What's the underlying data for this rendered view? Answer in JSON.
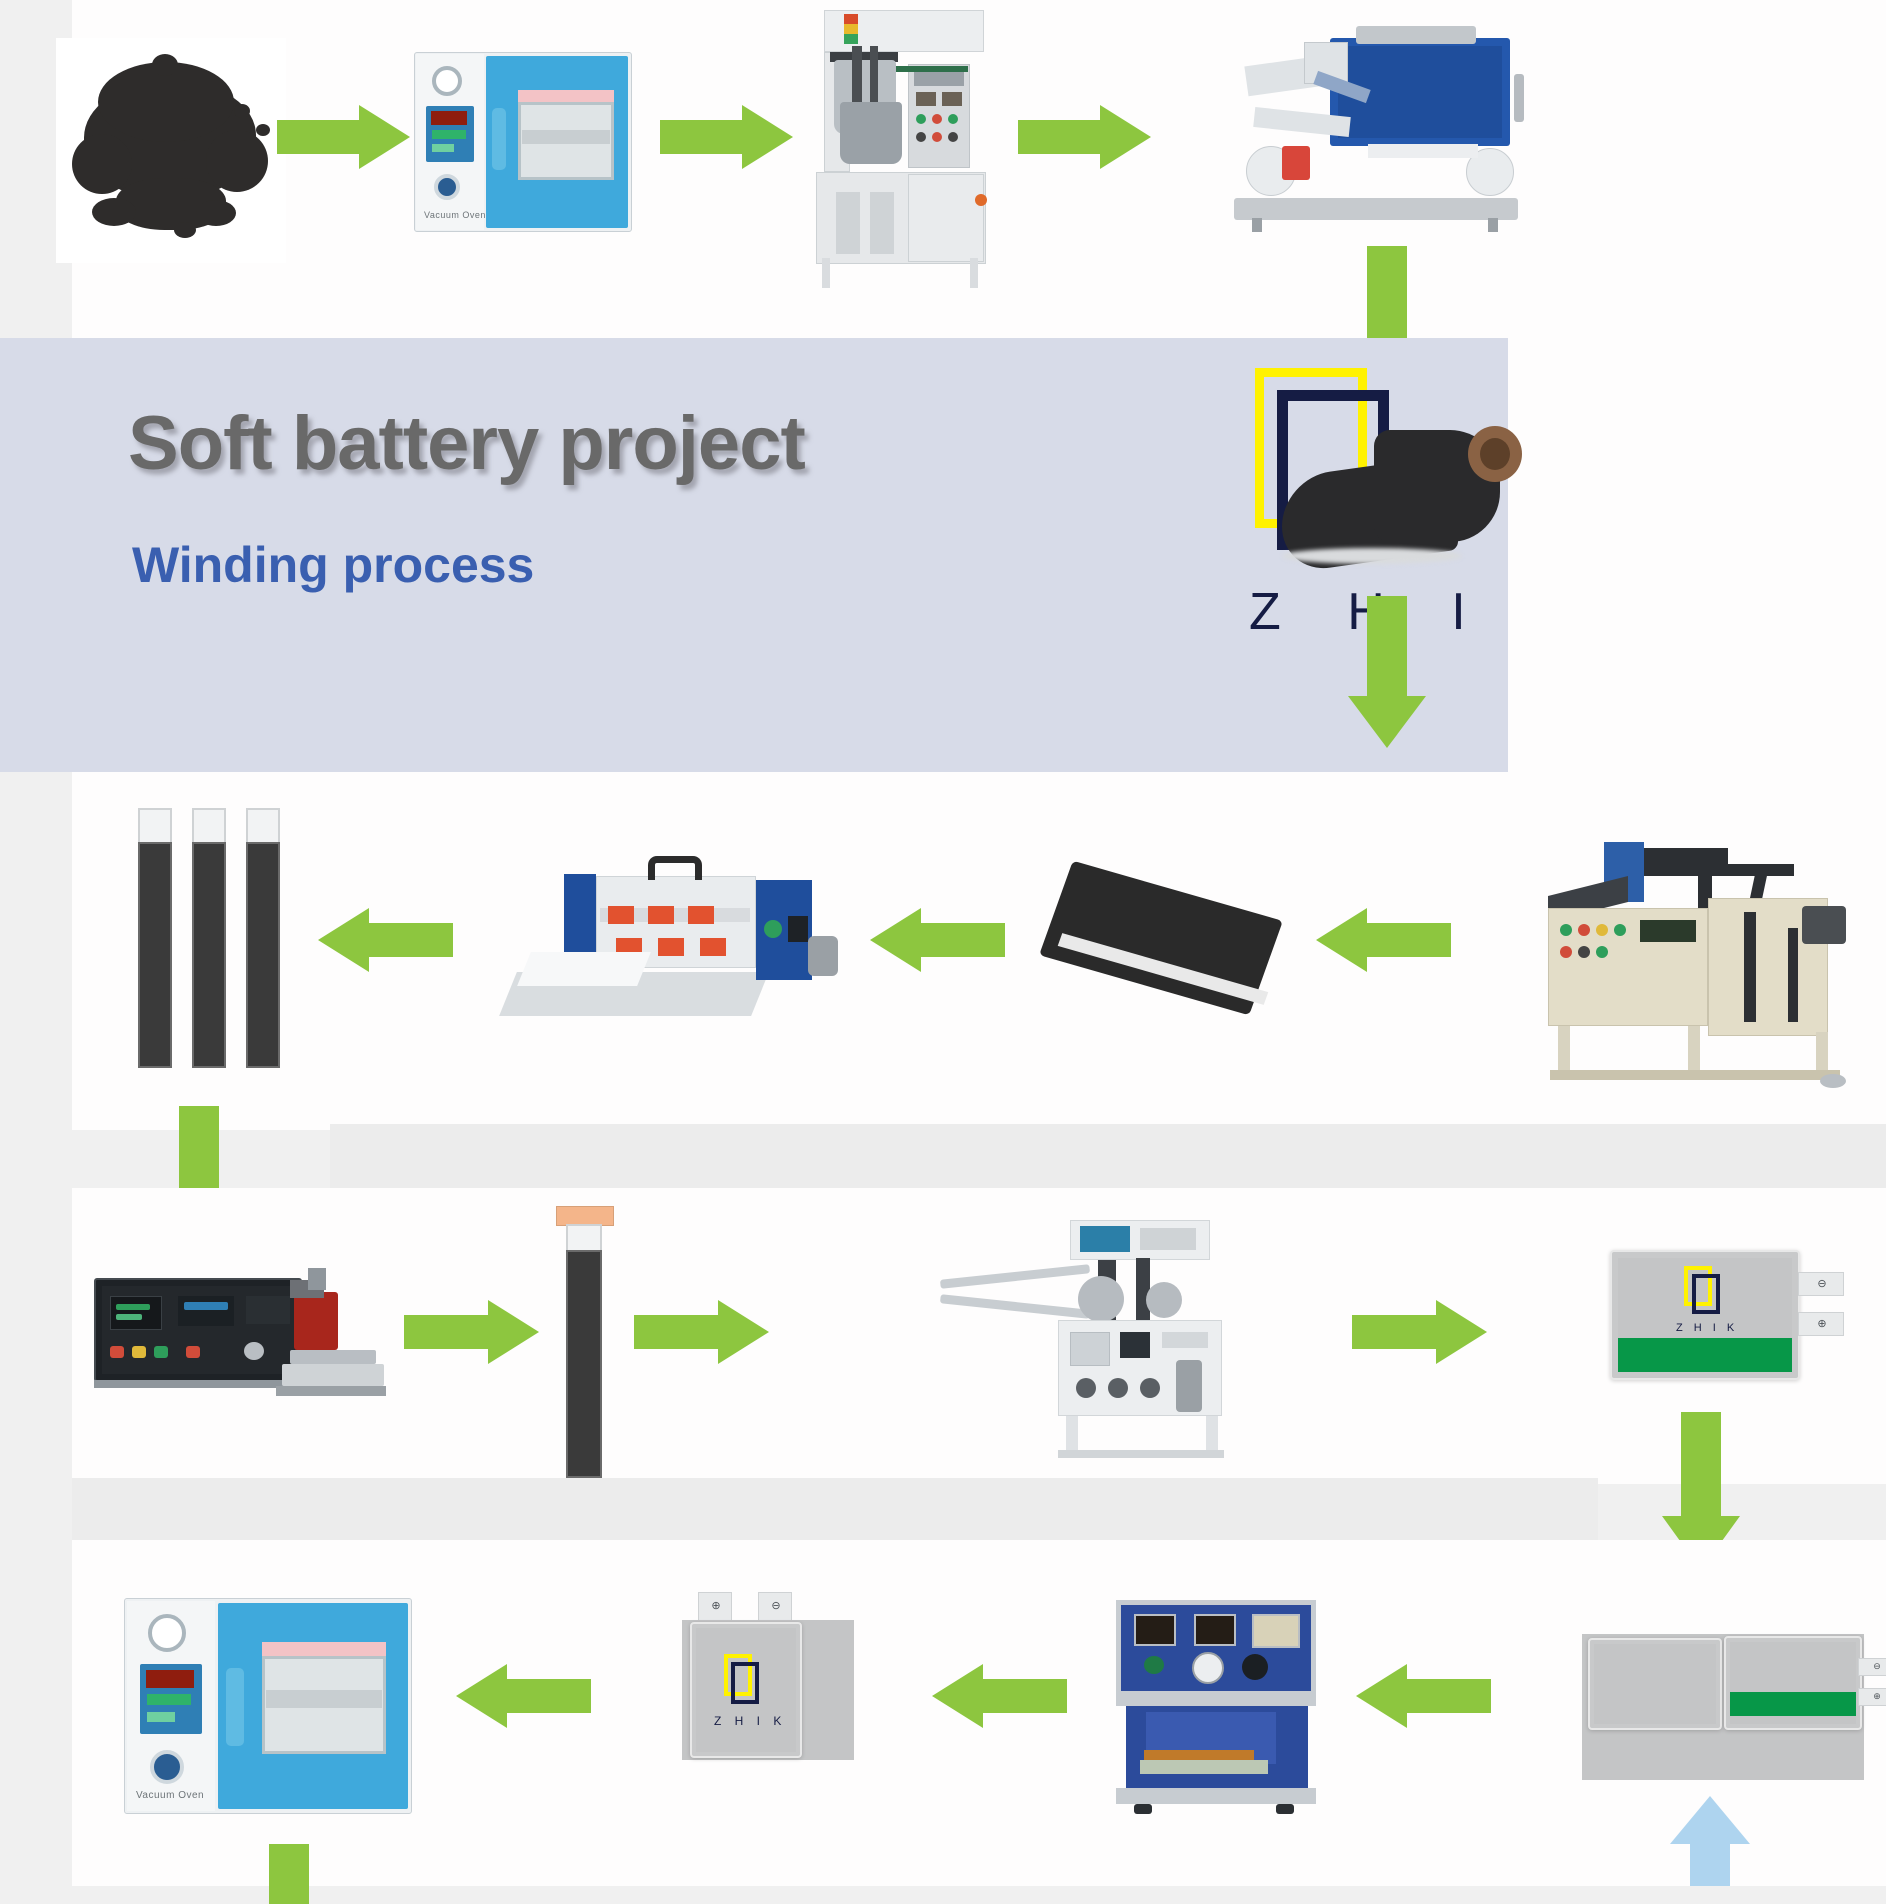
{
  "page": {
    "title_main": "Soft battery project",
    "title_sub": "Winding process",
    "background": "#f0f0f0",
    "band_color": "#d7dbe8",
    "arrow_color": "#8dc63f",
    "arrow_color_blue": "#aed4ef"
  },
  "brand": {
    "name": "ZHIK",
    "letters": "Z H I K",
    "logo_yellow": "#fff200",
    "logo_navy": "#151c44"
  },
  "flow": {
    "type": "process-diagram",
    "direction_notes": [
      "row1: left-to-right",
      "row2: right-to-left",
      "row3: left-to-right",
      "row4: right-to-left"
    ],
    "steps": [
      {
        "id": 1,
        "name": "raw-active-material-powder",
        "label": "Black active material powder",
        "row": 1
      },
      {
        "id": 2,
        "name": "vacuum-oven",
        "label": "Vacuum Oven",
        "row": 1,
        "caption": "Vacuum Oven"
      },
      {
        "id": 3,
        "name": "vacuum-mixer",
        "label": "Vacuum slurry mixer",
        "row": 1
      },
      {
        "id": 4,
        "name": "coating-machine",
        "label": "Electrode coating machine",
        "row": 1
      },
      {
        "id": 5,
        "name": "electrode-foil-roll",
        "label": "Coated electrode roll",
        "row": 2
      },
      {
        "id": 6,
        "name": "calender-press",
        "label": "Rolling press machine",
        "row": 2
      },
      {
        "id": 7,
        "name": "electrode-sheet",
        "label": "Pressed electrode sheet",
        "row": 2
      },
      {
        "id": 8,
        "name": "slitting-machine",
        "label": "Slitting machine",
        "row": 2
      },
      {
        "id": 9,
        "name": "electrode-strips",
        "label": "Cut electrode strips",
        "row": 2
      },
      {
        "id": 10,
        "name": "tab-welding-machine",
        "label": "Ultrasonic tab welder",
        "row": 3
      },
      {
        "id": 11,
        "name": "welded-electrode",
        "label": "Electrode with welded tab",
        "row": 3
      },
      {
        "id": 12,
        "name": "winding-machine",
        "label": "Automatic winding machine",
        "row": 3
      },
      {
        "id": 13,
        "name": "wound-cell",
        "label": "Wound cell in pouch",
        "row": 3
      },
      {
        "id": 14,
        "name": "filled-cell",
        "label": "Electrolyte filled cell",
        "row": 4
      },
      {
        "id": 15,
        "name": "sealing-machine",
        "label": "Vacuum sealing machine",
        "row": 4
      },
      {
        "id": 16,
        "name": "finished-pouch-cell",
        "label": "Finished ZHIK pouch cell",
        "row": 4
      },
      {
        "id": 17,
        "name": "drying-oven",
        "label": "Vacuum Oven",
        "row": 4,
        "caption": "Vacuum Oven"
      }
    ],
    "arrows": [
      {
        "name": "arrow-powder-to-oven",
        "direction": "right"
      },
      {
        "name": "arrow-oven-to-mixer",
        "direction": "right"
      },
      {
        "name": "arrow-mixer-to-coater",
        "direction": "right"
      },
      {
        "name": "arrow-coater-to-roll",
        "direction": "down"
      },
      {
        "name": "arrow-roll-to-press",
        "direction": "down"
      },
      {
        "name": "arrow-press-to-sheet",
        "direction": "left"
      },
      {
        "name": "arrow-sheet-to-slitter",
        "direction": "left"
      },
      {
        "name": "arrow-slitter-to-strips",
        "direction": "left"
      },
      {
        "name": "arrow-strips-to-welder",
        "direction": "down"
      },
      {
        "name": "arrow-welder-to-electrode",
        "direction": "right"
      },
      {
        "name": "arrow-electrode-to-winder",
        "direction": "right"
      },
      {
        "name": "arrow-winder-to-cell",
        "direction": "right"
      },
      {
        "name": "arrow-cell-to-filled",
        "direction": "down"
      },
      {
        "name": "arrow-filled-to-sealer",
        "direction": "left"
      },
      {
        "name": "arrow-sealer-to-pouch",
        "direction": "left"
      },
      {
        "name": "arrow-pouch-to-dryer",
        "direction": "left"
      },
      {
        "name": "arrow-return-up",
        "direction": "up",
        "color": "#aed4ef"
      },
      {
        "name": "arrow-dryer-down",
        "direction": "down"
      }
    ]
  },
  "cells": {
    "terminal_negative": "⊖",
    "terminal_positive": "⊕",
    "green_band": "#079748",
    "body_gray": "#c4c5c6"
  },
  "oven": {
    "caption": "Vacuum Oven"
  }
}
